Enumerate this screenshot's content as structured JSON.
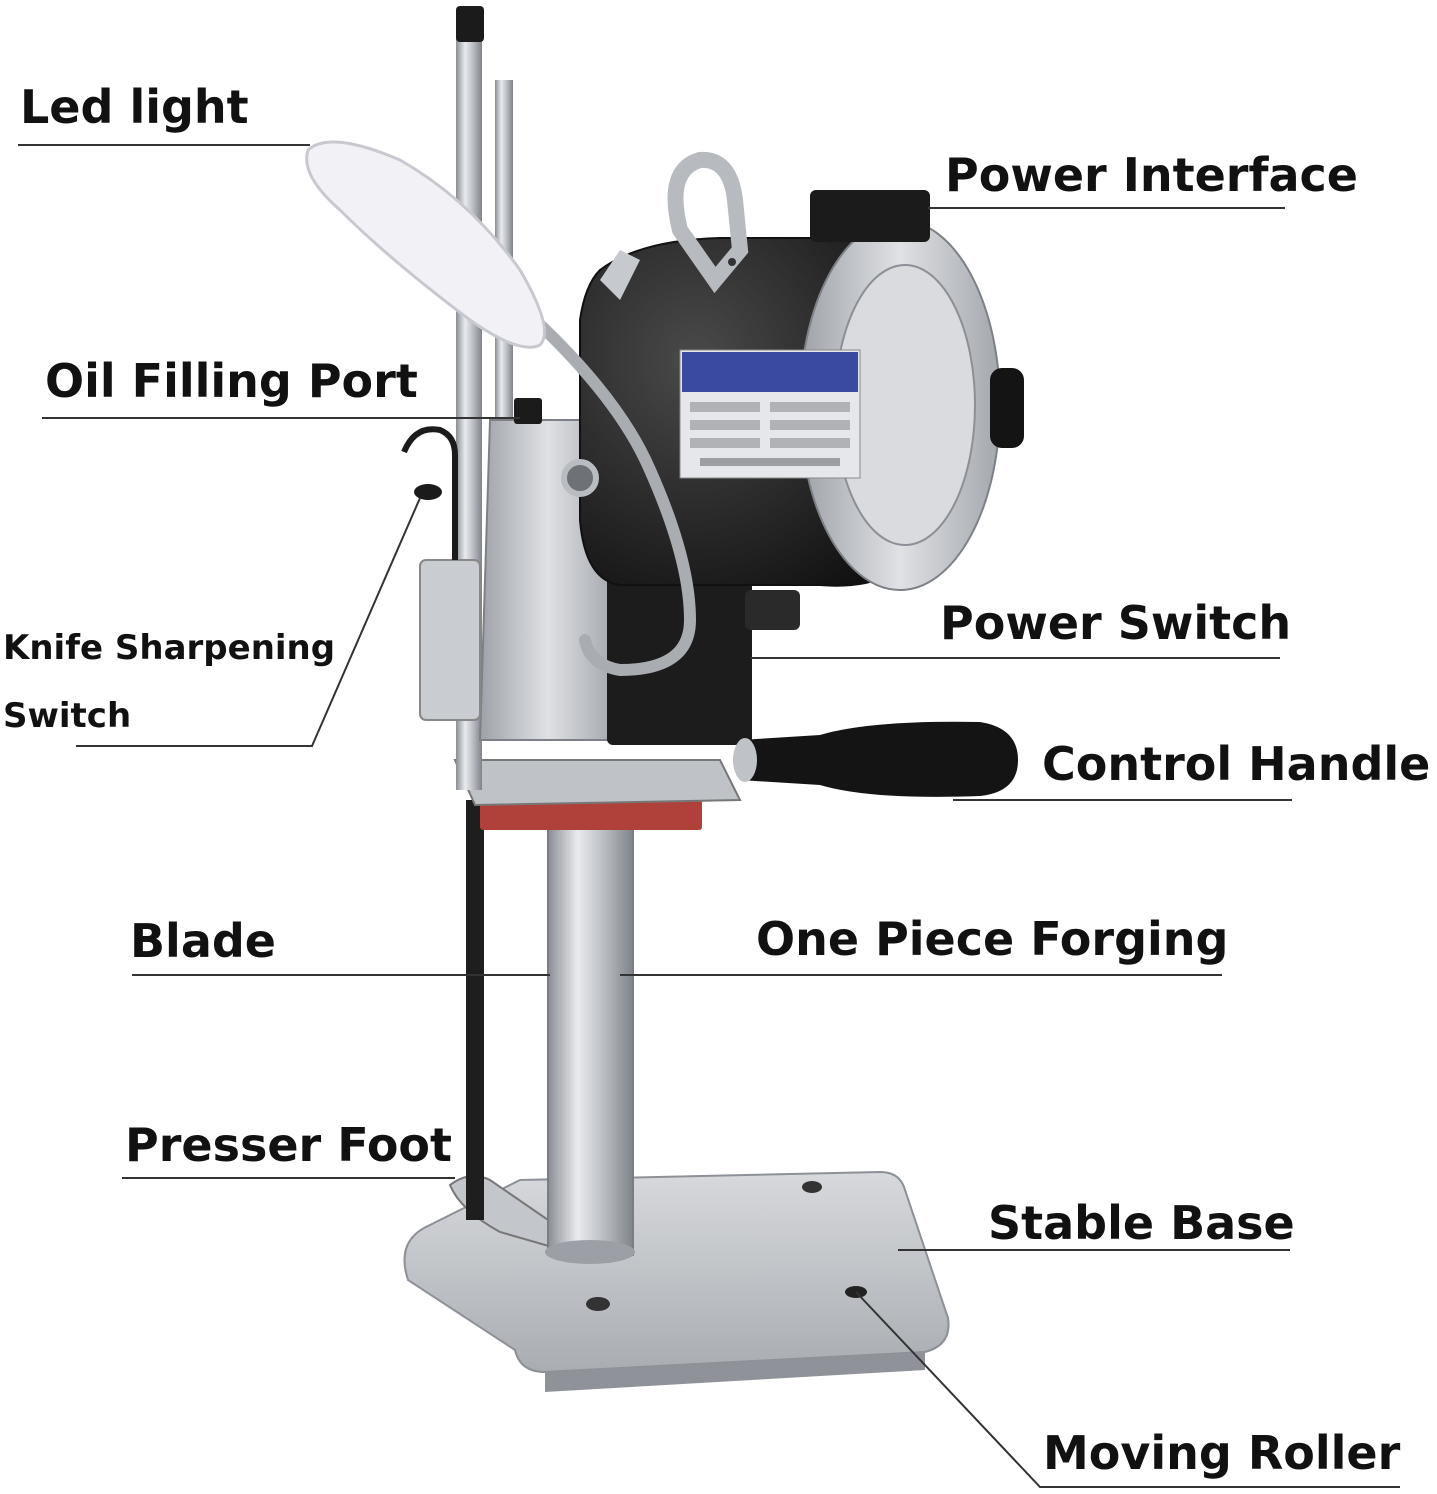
{
  "labels": {
    "led_light": "Led light",
    "power_interface": "Power Interface",
    "oil_filling_port": "Oil Filling Port",
    "knife_sharpening_line1": "Knife Sharpening",
    "knife_sharpening_line2": "Switch",
    "power_switch": "Power Switch",
    "control_handle": "Control Handle",
    "blade": "Blade",
    "one_piece_forging": "One Piece Forging",
    "presser_foot": "Presser Foot",
    "stable_base": "Stable Base",
    "moving_roller": "Moving Roller"
  },
  "colors": {
    "text": "#111111",
    "leader_line": "#333333",
    "motor_black": "#1b1b1b",
    "steel": "#b9bcc1",
    "steel_dark": "#7d8187",
    "nameplate_blue": "#3a4aa0",
    "red_plate": "#b0403a",
    "lamp_white": "#f2f2f6"
  }
}
